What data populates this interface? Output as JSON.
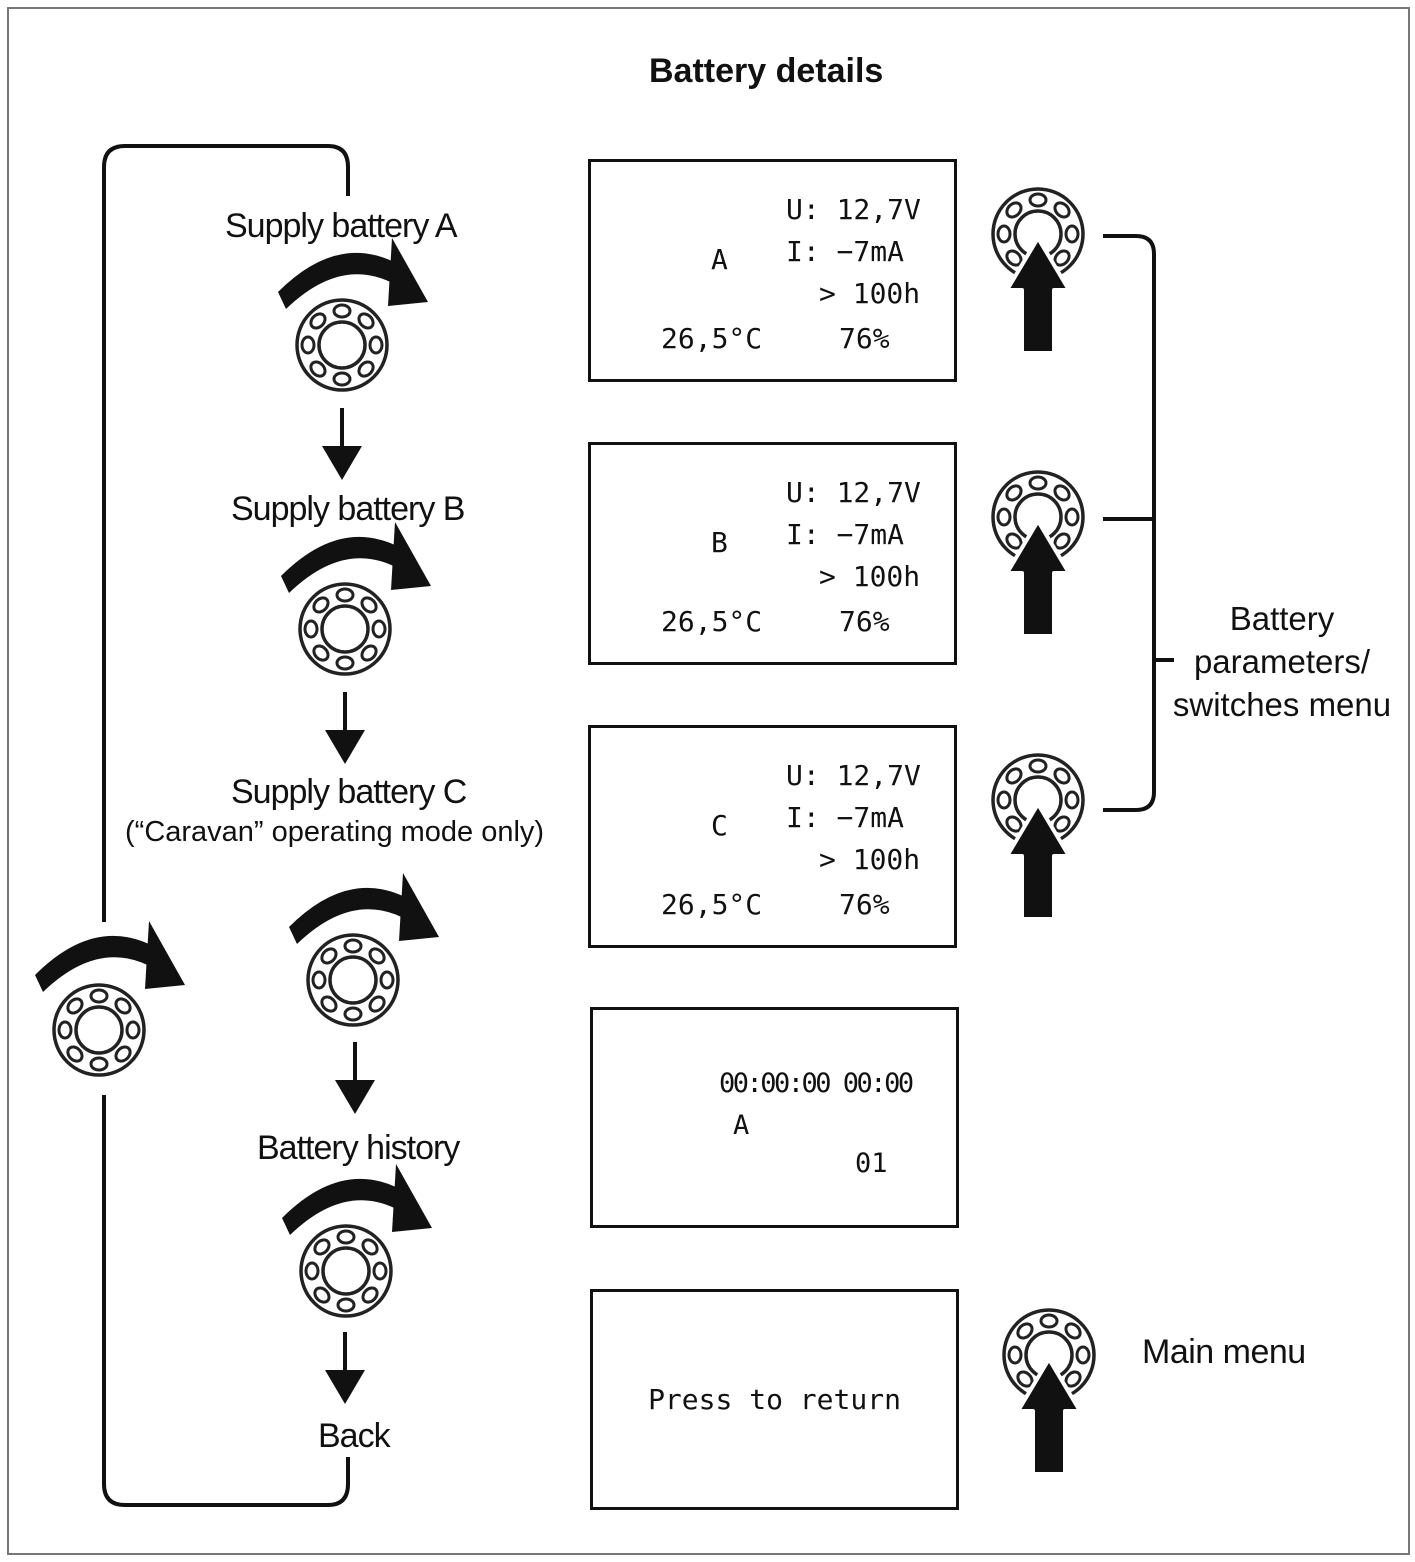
{
  "title": "Battery details",
  "steps": [
    {
      "label": "Supply battery A"
    },
    {
      "label": "Supply battery B"
    },
    {
      "label": "Supply battery C",
      "note": "(“Caravan” operating mode only)"
    },
    {
      "label": "Battery history"
    },
    {
      "label": "Back"
    }
  ],
  "screens": [
    {
      "battery": "A",
      "voltage": "U: 12,7V",
      "current": "I:  −7mA",
      "time": "> 100h",
      "temperature": "26,5°C",
      "charge": "76%"
    },
    {
      "battery": "B",
      "voltage": "U: 12,7V",
      "current": "I:  −7mA",
      "time": "> 100h",
      "temperature": "26,5°C",
      "charge": "76%"
    },
    {
      "battery": "C",
      "voltage": "U: 12,7V",
      "current": "I:  −7mA",
      "time": "> 100h",
      "temperature": "26,5°C",
      "charge": "76%"
    }
  ],
  "history_screen": {
    "timestamp": "00:00:00 00:00",
    "battery": "A",
    "entry": "01"
  },
  "back_screen": {
    "text": "Press  to  return"
  },
  "side_labels": {
    "battery_menu": [
      "Battery",
      "parameters/",
      "switches menu"
    ],
    "main_menu": "Main menu"
  },
  "icons": [
    "rotary-knob-icon",
    "rotate-clockwise-icon",
    "press-arrow-icon",
    "charger-plug-icon",
    "battery-icon",
    "thermometer-icon",
    "clock-icon",
    "fuel-gauge-icon",
    "history-log-icon"
  ]
}
